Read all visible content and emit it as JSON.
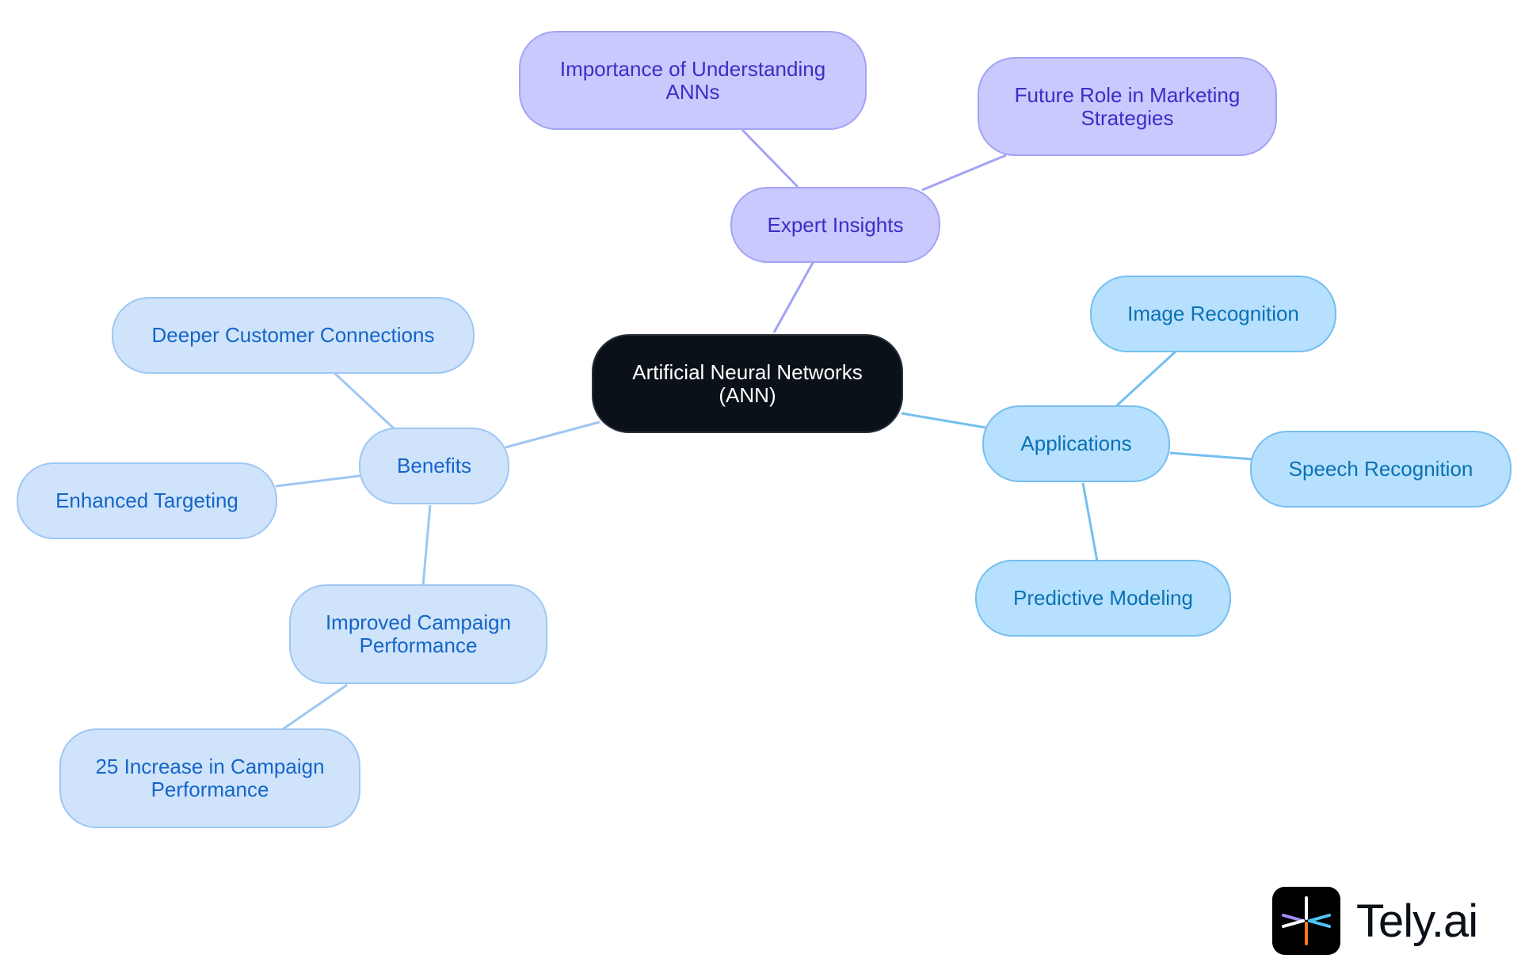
{
  "diagram": {
    "root": {
      "label": "Artificial Neural Networks (ANN)"
    },
    "branches": {
      "expert": {
        "label": "Expert Insights",
        "children": [
          "Importance of Understanding ANNs",
          "Future Role in Marketing Strategies"
        ]
      },
      "applications": {
        "label": "Applications",
        "children": [
          "Image Recognition",
          "Speech Recognition",
          "Predictive Modeling"
        ]
      },
      "benefits": {
        "label": "Benefits",
        "children": [
          "Deeper Customer Connections",
          "Enhanced Targeting",
          "Improved Campaign Performance"
        ],
        "grandchild": "25 Increase in Campaign Performance"
      }
    }
  },
  "colors": {
    "root_fill": "#0b1119",
    "expert_fill": "#c9c9fd",
    "expert_edge": "#a3a3f5",
    "applications_fill": "#b6e0fd",
    "applications_edge": "#74bff0",
    "benefits_fill": "#cfe3fb",
    "benefits_edge": "#9ec7f3"
  },
  "logo": {
    "text": "Tely.ai",
    "icon": "tely-logo-icon"
  }
}
